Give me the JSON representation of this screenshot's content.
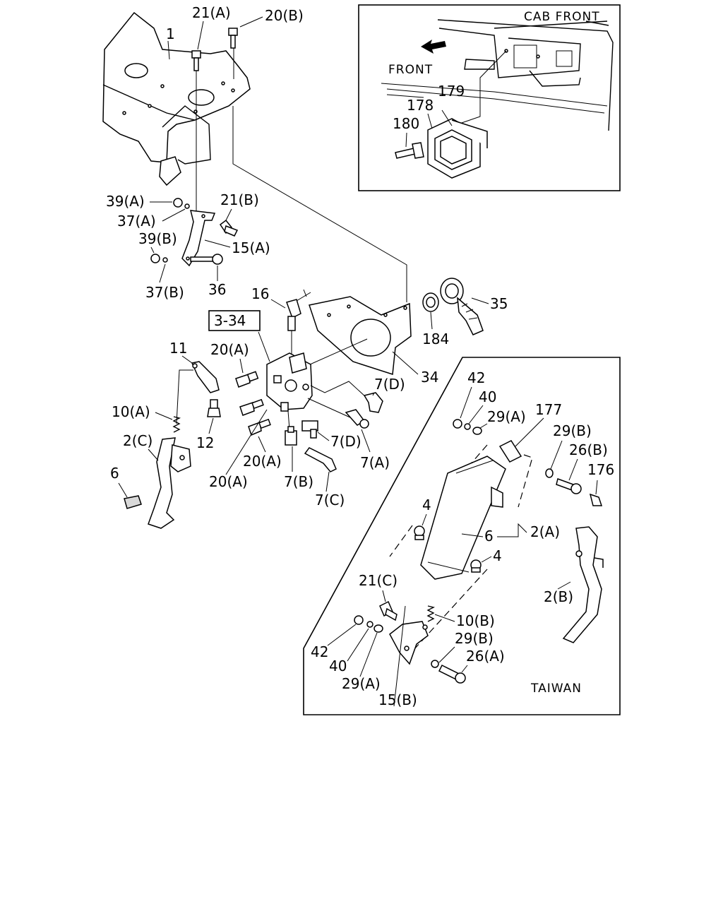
{
  "diagram": {
    "inset_cab": {
      "title": "CAB FRONT",
      "front": "FRONT",
      "labels": [
        "179",
        "178",
        "180"
      ]
    },
    "inset_taiwan": {
      "title": "TAIWAN",
      "labels": {
        "l42a": "42",
        "l40a": "40",
        "l29a_top": "29(A)",
        "l177": "177",
        "l29b_top": "29(B)",
        "l26b": "26(B)",
        "l176": "176",
        "l2a": "2(A)",
        "l4a": "4",
        "l6": "6",
        "l4b": "4",
        "l21c": "21(C)",
        "l10b": "10(B)",
        "l2b": "2(B)",
        "l29b_bot": "29(B)",
        "l26a": "26(A)",
        "l42b": "42",
        "l40b": "40",
        "l29a_bot": "29(A)",
        "l15b": "15(B)"
      }
    },
    "main": {
      "ref_box": "3-34",
      "labels": {
        "l21a": "21(A)",
        "l20b": "20(B)",
        "l1": "1",
        "l39a": "39(A)",
        "l21b": "21(B)",
        "l37a": "37(A)",
        "l39b": "39(B)",
        "l15a": "15(A)",
        "l37b": "37(B)",
        "l36": "36",
        "l16": "16",
        "l35": "35",
        "l184": "184",
        "l34": "34",
        "l11": "11",
        "l20a_1": "20(A)",
        "l7d_1": "7(D)",
        "l10a": "10(A)",
        "l12": "12",
        "l2c": "2(C)",
        "l6": "6",
        "l7d_2": "7(D)",
        "l20a_2": "20(A)",
        "l7a": "7(A)",
        "l20a_3": "20(A)",
        "l7b": "7(B)",
        "l7c": "7(C)"
      }
    }
  }
}
